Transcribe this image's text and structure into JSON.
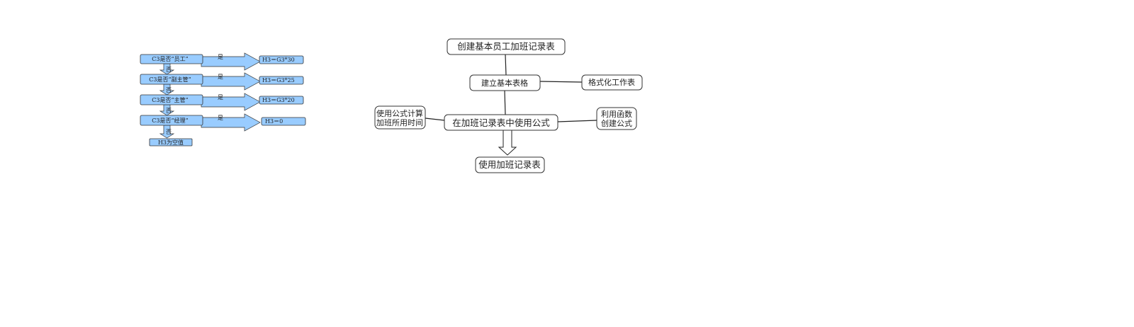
{
  "flowchart_left": {
    "conditions": [
      "C3是否“员工”",
      "C3是否“副主管”",
      "C3是否“主管”",
      "C3是否“经理”"
    ],
    "results": [
      "H3＝G3*30",
      "H3＝G3*25",
      "H3＝G3*20",
      "H3＝0"
    ],
    "yes_label": "是",
    "no_label": "否",
    "final": "H3为空值",
    "fill_color": "#99ccff"
  },
  "mindmap_right": {
    "top": "创建基本员工加班记录表",
    "step1": "建立基本表格",
    "step1_side": "格式化工作表",
    "step2": "在加班记录表中使用公式",
    "step2_left_line1": "使用公式计算",
    "step2_left_line2": "加班所用时间",
    "step2_right_line1": "利用函数",
    "step2_right_line2": "创建公式",
    "bottom": "使用加班记录表"
  }
}
